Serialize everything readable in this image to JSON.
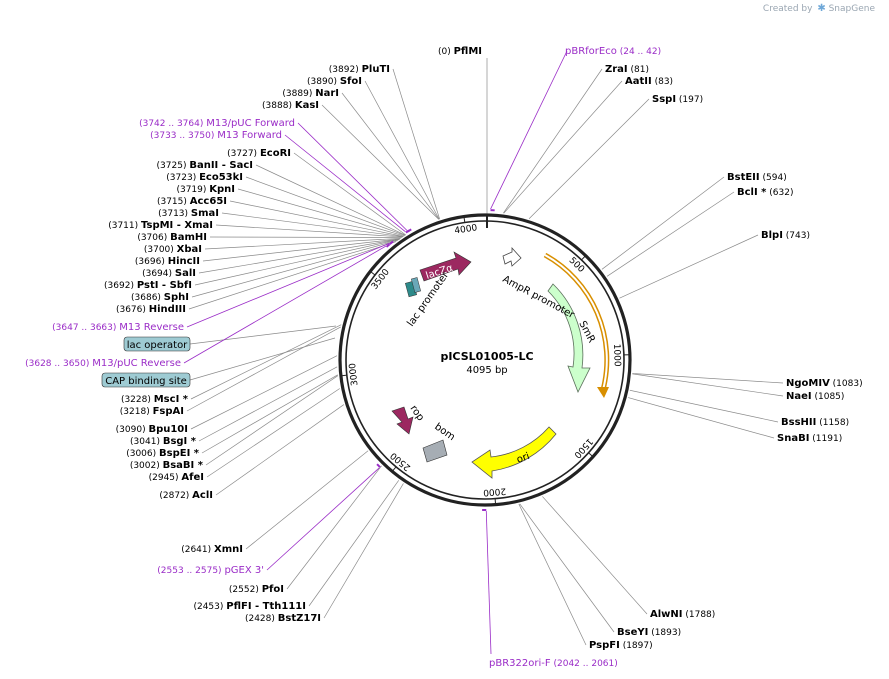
{
  "brand": {
    "prefix": "Created by",
    "name": "SnapGene"
  },
  "plasmid": {
    "name": "pICSL01005-LC",
    "size_label": "4095 bp",
    "length": 4095
  },
  "ruler": [
    "500",
    "1000",
    "1500",
    "2000",
    "2500",
    "3000",
    "3500",
    "4000"
  ],
  "colors": {
    "enzyme": "#000000",
    "primer": "#9a2cc7",
    "feature_line": "#9a2cc7",
    "lacz": "#9c2860",
    "rop": "#9c2860",
    "smr": "#ccffcc",
    "ori": "#ffff00",
    "amp_outline": "#d88f00",
    "bom": "#a6adb4",
    "lac_operator": "#9ecbd3",
    "cap": "#9ecbd3"
  },
  "enzymes_right": [
    {
      "name": "ZraI",
      "pos": "(81)"
    },
    {
      "name": "AatII",
      "pos": "(83)"
    },
    {
      "name": "SspI",
      "pos": "(197)"
    },
    {
      "name": "BstEII",
      "pos": "(594)"
    },
    {
      "name": "BclI *",
      "pos": "(632)"
    },
    {
      "name": "BlpI",
      "pos": "(743)"
    },
    {
      "name": "NgoMIV",
      "pos": "(1083)"
    },
    {
      "name": "NaeI",
      "pos": "(1085)"
    },
    {
      "name": "BssHII",
      "pos": "(1158)"
    },
    {
      "name": "SnaBI",
      "pos": "(1191)"
    },
    {
      "name": "AlwNI",
      "pos": "(1788)"
    },
    {
      "name": "BseYI",
      "pos": "(1893)"
    },
    {
      "name": "PspFI",
      "pos": "(1897)"
    }
  ],
  "enzymes_left": [
    {
      "name": "PluTI",
      "pos": "(3892)"
    },
    {
      "name": "SfoI",
      "pos": "(3890)"
    },
    {
      "name": "NarI",
      "pos": "(3889)"
    },
    {
      "name": "KasI",
      "pos": "(3888)"
    },
    {
      "name": "EcoRI",
      "pos": "(3727)"
    },
    {
      "name": "BanII  - SacI",
      "pos": "(3725)"
    },
    {
      "name": "Eco53kI",
      "pos": "(3723)"
    },
    {
      "name": "KpnI",
      "pos": "(3719)"
    },
    {
      "name": "Acc65I",
      "pos": "(3715)"
    },
    {
      "name": "SmaI",
      "pos": "(3713)"
    },
    {
      "name": "TspMI  - XmaI",
      "pos": "(3711)"
    },
    {
      "name": "BamHI",
      "pos": "(3706)"
    },
    {
      "name": "XbaI",
      "pos": "(3700)"
    },
    {
      "name": "HincII",
      "pos": "(3696)"
    },
    {
      "name": "SalI",
      "pos": "(3694)"
    },
    {
      "name": "PstI  - SbfI",
      "pos": "(3692)"
    },
    {
      "name": "SphI",
      "pos": "(3686)"
    },
    {
      "name": "HindIII",
      "pos": "(3676)"
    },
    {
      "name": "MscI *",
      "pos": "(3228)"
    },
    {
      "name": "FspAI",
      "pos": "(3218)"
    },
    {
      "name": "Bpu10I",
      "pos": "(3090)"
    },
    {
      "name": "BsgI *",
      "pos": "(3041)"
    },
    {
      "name": "BspEI *",
      "pos": "(3006)"
    },
    {
      "name": "BsaBI *",
      "pos": "(3002)"
    },
    {
      "name": "AfeI",
      "pos": "(2945)"
    },
    {
      "name": "AclI",
      "pos": "(2872)"
    },
    {
      "name": "XmnI",
      "pos": "(2641)"
    },
    {
      "name": "PfoI",
      "pos": "(2552)"
    },
    {
      "name": "PflFI  - Tth111I",
      "pos": "(2453)"
    },
    {
      "name": "BstZ17I",
      "pos": "(2428)"
    }
  ],
  "enzymes_top": [
    {
      "name": "PflMI",
      "pos": "(0)"
    }
  ],
  "primers": [
    {
      "name": "pBRforEco",
      "range": "(24 .. 42)"
    },
    {
      "name": "M13/pUC Forward",
      "range": "(3742 .. 3764)"
    },
    {
      "name": "M13 Forward",
      "range": "(3733 .. 3750)"
    },
    {
      "name": "M13 Reverse",
      "range": "(3647 .. 3663)"
    },
    {
      "name": "M13/pUC Reverse",
      "range": "(3628 .. 3650)"
    },
    {
      "name": "pGEX 3'",
      "range": "(2553 .. 2575)"
    },
    {
      "name": "pBR322ori-F",
      "range": "(2042 .. 2061)"
    }
  ],
  "features": [
    {
      "name": "lacZα"
    },
    {
      "name": "lac promoter"
    },
    {
      "name": "AmpR promoter"
    },
    {
      "name": "SmR"
    },
    {
      "name": "ori"
    },
    {
      "name": "rop"
    },
    {
      "name": "bom"
    },
    {
      "name": "lac operator"
    },
    {
      "name": "CAP binding site"
    }
  ]
}
